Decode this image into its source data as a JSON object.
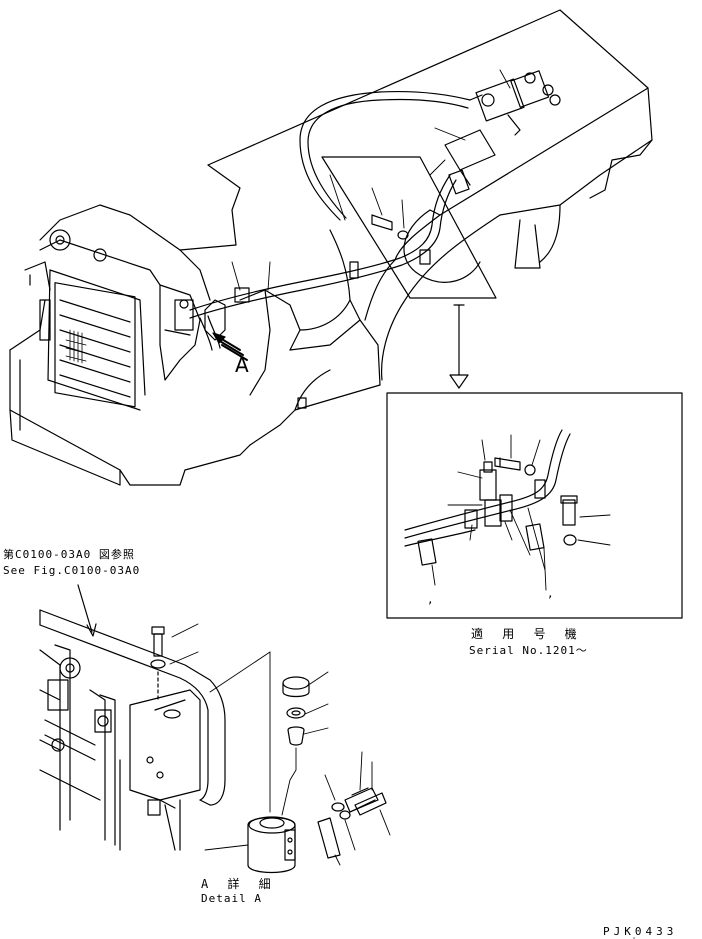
{
  "labels": {
    "view_marker": "A",
    "ref_jp": "第C0100-03A0 図参照",
    "ref_en": "See Fig.C0100-03A0",
    "serial_jp": "適 用 号 機",
    "serial_en": "Serial No.1201～",
    "detail_jp": "A 詳 細",
    "detail_en": "Detail A",
    "drawing_code": "PJK0433",
    "comma_1": ",",
    "comma_2": ","
  },
  "colors": {
    "line": "#000000",
    "background": "#ffffff"
  }
}
